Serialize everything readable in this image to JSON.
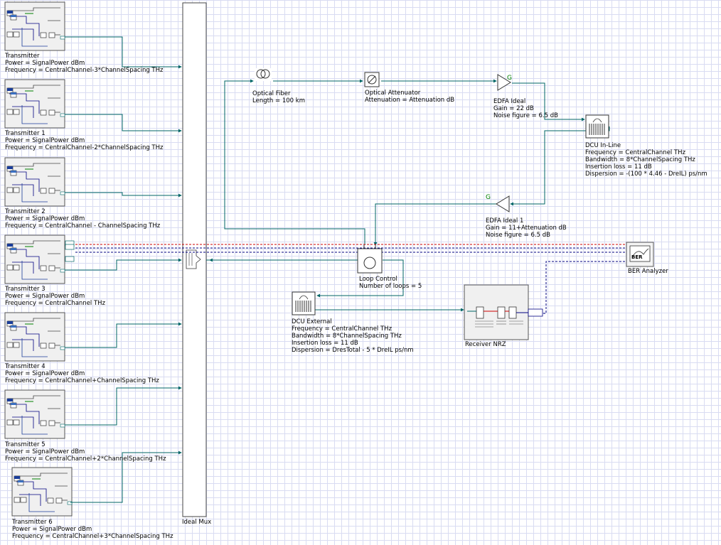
{
  "transmitters": [
    {
      "name": "Transmitter",
      "power": "Power = SignalPower  dBm",
      "frequency": "Frequency = CentralChannel-3*ChannelSpacing  THz"
    },
    {
      "name": "Transmitter  1",
      "power": "Power = SignalPower  dBm",
      "frequency": "Frequency = CentralChannel-2*ChannelSpacing  THz"
    },
    {
      "name": "Transmitter  2",
      "power": "Power = SignalPower  dBm",
      "frequency": "Frequency = CentralChannel - ChannelSpacing  THz"
    },
    {
      "name": "Transmitter  3",
      "power": "Power = SignalPower  dBm",
      "frequency": "Frequency = CentralChannel  THz"
    },
    {
      "name": "Transmitter  4",
      "power": "Power = SignalPower  dBm",
      "frequency": "Frequency = CentralChannel+ChannelSpacing  THz"
    },
    {
      "name": "Transmitter  5",
      "power": "Power = SignalPower  dBm",
      "frequency": "Frequency = CentralChannel+2*ChannelSpacing  THz"
    },
    {
      "name": "Transmitter  6",
      "power": "Power = SignalPower  dBm",
      "frequency": "Frequency = CentralChannel+3*ChannelSpacing  THz"
    }
  ],
  "mux": {
    "label": "Ideal Mux"
  },
  "fiber": {
    "name": "Optical Fiber",
    "length": "Length = 100  km"
  },
  "attenuator": {
    "name": "Optical Attenuator",
    "attenuation": "Attenuation = Attenuation  dB"
  },
  "edfa": {
    "name": "EDFA Ideal",
    "gain": "Gain = 22  dB",
    "noise": "Noise figure = 6.5  dB",
    "icon_glyph": "G"
  },
  "edfa1": {
    "name": "EDFA Ideal  1",
    "gain": "Gain = 11+Attenuation  dB",
    "noise": "Noise figure = 6.5  dB",
    "icon_glyph": "G"
  },
  "dcu_inline": {
    "name": "DCU In-Line",
    "frequency": "Frequency = CentralChannel  THz",
    "bandwidth": "Bandwidth = 8*ChannelSpacing  THz",
    "insertion": "Insertion loss = 11  dB",
    "dispersion": "Dispersion = -(100 * 4.46 - DreIL)  ps/nm"
  },
  "dcu_external": {
    "name": "DCU External",
    "frequency": "Frequency = CentralChannel  THz",
    "bandwidth": "Bandwidth = 8*ChannelSpacing  THz",
    "insertion": "Insertion loss = 11  dB",
    "dispersion": "Dispersion = DresTotal - 5 * DreIL  ps/nm"
  },
  "loop": {
    "name": "Loop Control",
    "loops": "Number of loops = 5"
  },
  "receiver": {
    "name": "Receiver NRZ"
  },
  "ber": {
    "name": "BER Analyzer",
    "icon_text": "BER"
  },
  "colors": {
    "wire": "#006666",
    "signal": "#cc0000",
    "electric": "#000080",
    "block_border": "#555555",
    "block_fill": "#f0f0f0",
    "grid": "#d9dcf2"
  }
}
